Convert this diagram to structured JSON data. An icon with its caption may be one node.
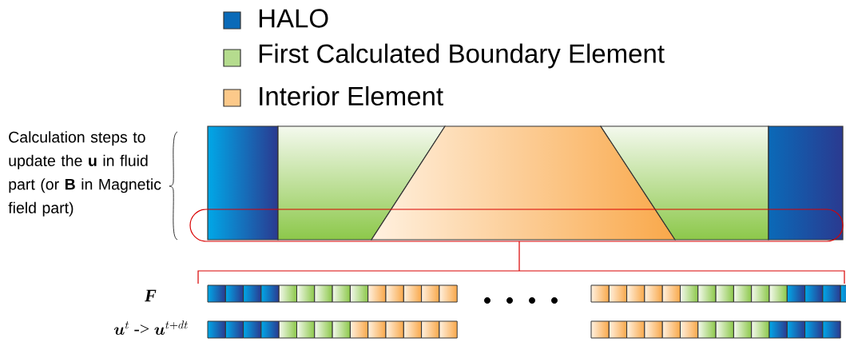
{
  "diagram": {
    "labels": [
      "Calculation steps to update the **u** in fluid part (or **B** in Magnetic field part)",
      "F",
      "\\boldsymbol{u}^{t}\\ \\text{->}\\ \\boldsymbol{u}^{t + dt}"
    ],
    "legend": [
      {
        "text": "HALO",
        "color": "#0a6ab8"
      },
      {
        "text": "First Calculated Boundary Element",
        "color": "#b5dc8e"
      },
      {
        "text": "Interior Element",
        "color": "#fcc98a"
      }
    ]
  }
}
